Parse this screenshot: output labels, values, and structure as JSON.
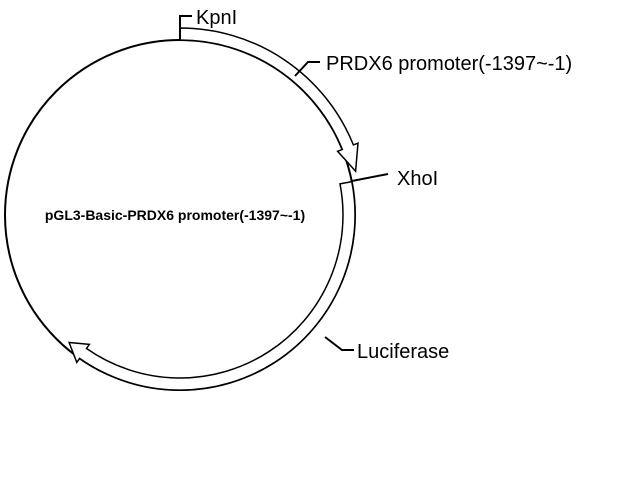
{
  "plasmid": {
    "name": "pGL3-Basic-PRDX6 promoter(-1397~-1)",
    "line_color": "#000000",
    "background": "#ffffff"
  },
  "features": [
    {
      "id": "promoter",
      "label": "PRDX6 promoter(-1397~-1)"
    },
    {
      "id": "luciferase",
      "label": "Luciferase"
    }
  ],
  "sites": [
    {
      "id": "kpni",
      "label": "KpnI"
    },
    {
      "id": "xhoi",
      "label": "XhoI"
    }
  ]
}
